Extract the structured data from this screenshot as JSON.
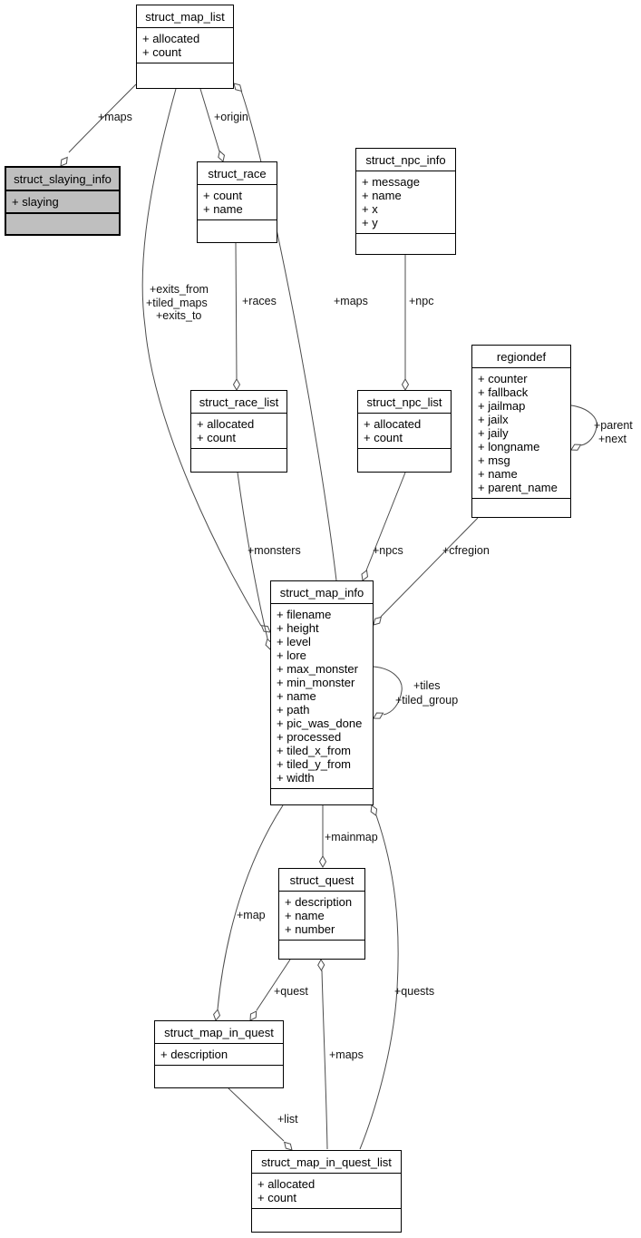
{
  "diagram": {
    "background": "#ffffff",
    "node_fill": "#ffffff",
    "highlight_fill": "#bfbfbf",
    "border_color": "#000000",
    "edge_color": "#4c4c4c"
  },
  "nodes": [
    {
      "title": "struct_map_list",
      "attrs": [
        "+ allocated",
        "+ count"
      ]
    },
    {
      "title": "struct_slaying_info",
      "attrs": [
        "+ slaying"
      ],
      "highlight": true
    },
    {
      "title": "struct_race",
      "attrs": [
        "+ count",
        "+ name"
      ]
    },
    {
      "title": "struct_npc_info",
      "attrs": [
        "+ message",
        "+ name",
        "+ x",
        "+ y"
      ]
    },
    {
      "title": "regiondef",
      "attrs": [
        "+ counter",
        "+ fallback",
        "+ jailmap",
        "+ jailx",
        "+ jaily",
        "+ longname",
        "+ msg",
        "+ name",
        "+ parent_name"
      ]
    },
    {
      "title": "struct_race_list",
      "attrs": [
        "+ allocated",
        "+ count"
      ]
    },
    {
      "title": "struct_npc_list",
      "attrs": [
        "+ allocated",
        "+ count"
      ]
    },
    {
      "title": "struct_map_info",
      "attrs": [
        "+ filename",
        "+ height",
        "+ level",
        "+ lore",
        "+ max_monster",
        "+ min_monster",
        "+ name",
        "+ path",
        "+ pic_was_done",
        "+ processed",
        "+ tiled_x_from",
        "+ tiled_y_from",
        "+ width"
      ]
    },
    {
      "title": "struct_quest",
      "attrs": [
        "+ description",
        "+ name",
        "+ number"
      ]
    },
    {
      "title": "struct_map_in_quest",
      "attrs": [
        "+ description"
      ]
    },
    {
      "title": "struct_map_in_quest_list",
      "attrs": [
        "+ allocated",
        "+ count"
      ]
    }
  ],
  "edges": {
    "slaying_maps": "+maps",
    "origin": "+origin",
    "exits": [
      "+exits_from",
      "+tiled_maps",
      "+exits_to"
    ],
    "list_maps": "+maps",
    "races": "+races",
    "npc": "+npc",
    "monsters": "+monsters",
    "npcs": "+npcs",
    "cfregion": "+cfregion",
    "region_self": [
      "+parent",
      "+next"
    ],
    "map_self": [
      "+tiles",
      "+tiled_group"
    ],
    "mainmap": "+mainmap",
    "map": "+map",
    "quest": "+quest",
    "quest_maps": "+maps",
    "quests": "+quests",
    "list": "+list"
  }
}
